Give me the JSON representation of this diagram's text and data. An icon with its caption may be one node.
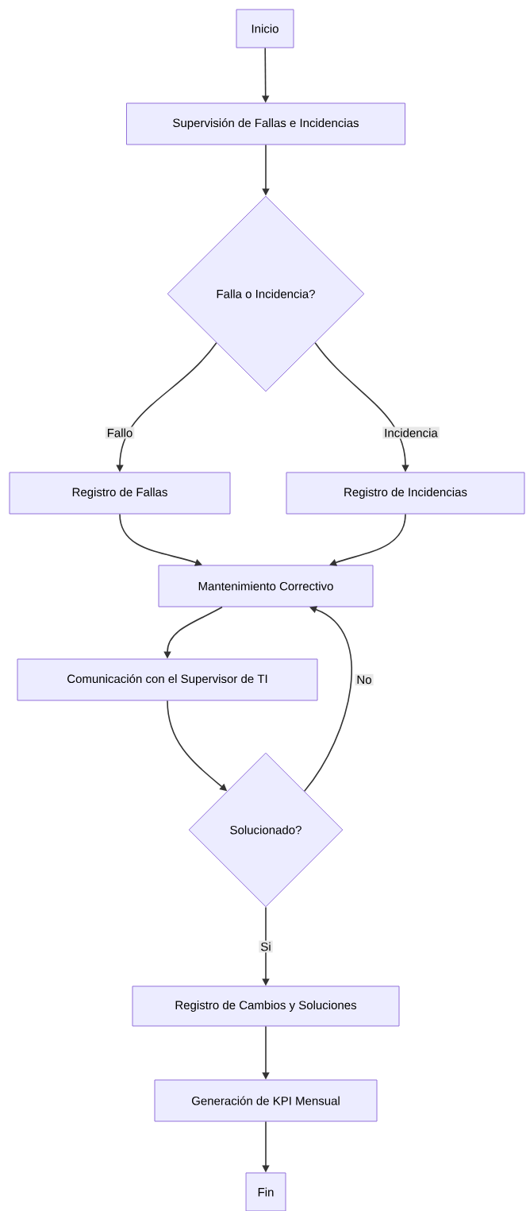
{
  "diagram": {
    "nodes": [
      {
        "text": [
          "Inicio"
        ]
      },
      {
        "text": [
          "Supervisión de Fallas e Incidencias"
        ]
      },
      {
        "text": [
          "Falla o Incidencia?"
        ]
      },
      {
        "text": [
          "Registro de Fallas"
        ]
      },
      {
        "text": [
          "Registro de Incidencias"
        ]
      },
      {
        "text": [
          "Mantenimiento Correctivo"
        ]
      },
      {
        "text": [
          "Comunicación con el Supervisor de TI"
        ]
      },
      {
        "text": [
          "Solucionado?"
        ]
      },
      {
        "text": [
          "Registro de Cambios y Soluciones"
        ]
      },
      {
        "text": [
          "Generación de KPI Mensual"
        ]
      },
      {
        "text": [
          "Fin"
        ]
      }
    ],
    "edges": [
      {
        "from": 0,
        "to": 1,
        "arrow": "to"
      },
      {
        "from": 1,
        "to": 2,
        "arrow": "to"
      },
      {
        "from": 2,
        "to": 3,
        "label": "Fallo",
        "arrow": "to"
      },
      {
        "from": 2,
        "to": 4,
        "label": "Incidencia",
        "arrow": "to"
      },
      {
        "from": 3,
        "to": 5,
        "arrow": "to"
      },
      {
        "from": 4,
        "to": 5,
        "arrow": "to"
      },
      {
        "from": 5,
        "to": 6,
        "arrow": "to"
      },
      {
        "from": 6,
        "to": 7,
        "arrow": "to"
      },
      {
        "from": 7,
        "to": 5,
        "label": "No",
        "arrow": "to"
      },
      {
        "from": 7,
        "to": 8,
        "label": "Si",
        "arrow": "to"
      },
      {
        "from": 8,
        "to": 9,
        "arrow": "to"
      },
      {
        "from": 9,
        "to": 10,
        "arrow": "to"
      }
    ]
  }
}
